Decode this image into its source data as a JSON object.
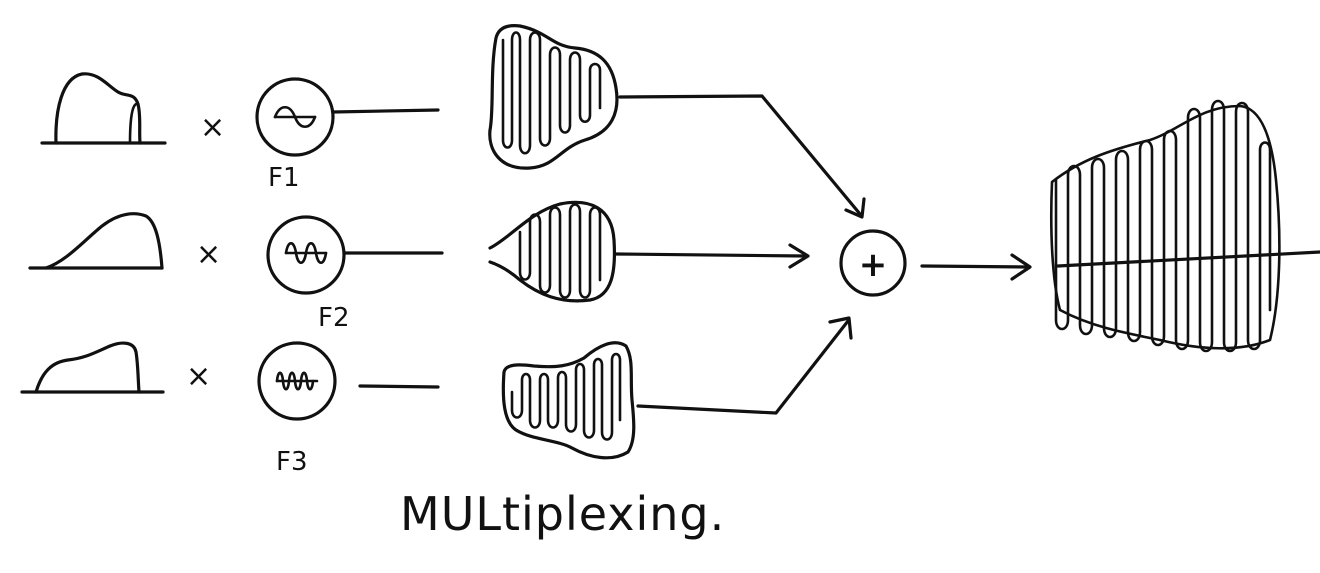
{
  "diagram": {
    "title": "MULtiplexing.",
    "operator_multiply": "×",
    "operator_sum": "+",
    "channels": [
      {
        "carrier_label": "F1"
      },
      {
        "carrier_label": "F2"
      },
      {
        "carrier_label": "F3"
      }
    ]
  }
}
